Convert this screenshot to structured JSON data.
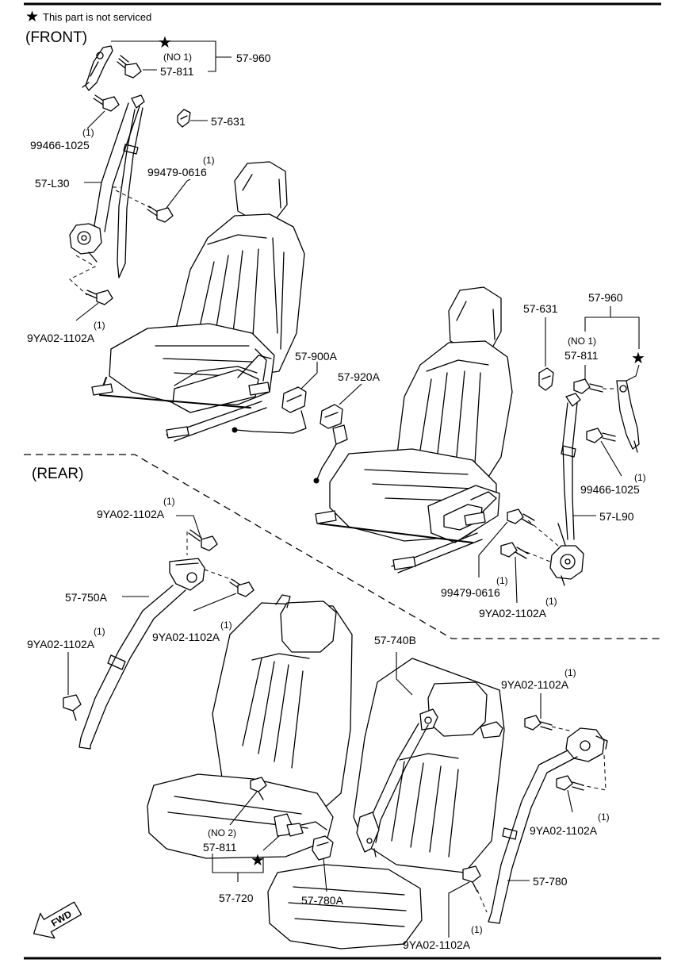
{
  "note": {
    "symbol": "★",
    "text": "This part is not serviced"
  },
  "sections": {
    "front": "(FRONT)",
    "rear": "(REAR)"
  },
  "labels": {
    "l_57_960_front": "57-960",
    "l_no1_front": "(NO 1)",
    "l_57_811_front": "57-811",
    "l_q_99466_left": "(1)",
    "l_99466_left": "99466-1025",
    "l_57_631_left": "57-631",
    "l_q_99479_left": "(1)",
    "l_99479_left": "99479-0616",
    "l_57_L30": "57-L30",
    "l_q_9ya_left": "(1)",
    "l_9ya_left": "9YA02-1102A",
    "l_57_900A": "57-900A",
    "l_57_920A": "57-920A",
    "l_57_631_right": "57-631",
    "l_57_960_right": "57-960",
    "l_no1_right": "(NO 1)",
    "l_57_811_right": "57-811",
    "l_q_99466_right": "(1)",
    "l_99466_right": "99466-1025",
    "l_57_L90": "57-L90",
    "l_q_99479_right": "(1)",
    "l_99479_right": "99479-0616",
    "l_q_9ya_right": "(1)",
    "l_9ya_right": "9YA02-1102A",
    "l_q_9ya_rear_top": "(1)",
    "l_9ya_rear_top": "9YA02-1102A",
    "l_57_750A": "57-750A",
    "l_q_9ya_rear_mid": "(1)",
    "l_9ya_rear_mid": "9YA02-1102A",
    "l_q_9ya_rear_left": "(1)",
    "l_9ya_rear_left": "9YA02-1102A",
    "l_57_740B": "57-740B",
    "l_q_9ya_rear_right_top": "(1)",
    "l_9ya_rear_right_top": "9YA02-1102A",
    "l_q_9ya_rear_right_mid": "(1)",
    "l_9ya_rear_right_mid": "9YA02-1102A",
    "l_no2": "(NO 2)",
    "l_57_811_rear": "57-811",
    "l_57_720": "57-720",
    "l_57_780A": "57-780A",
    "l_57_780": "57-780",
    "l_q_9ya_rear_bottom": "(1)",
    "l_9ya_rear_bottom": "9YA02-1102A"
  },
  "fwd_badge": "FWD",
  "icons": [
    "star-icon",
    "fwd-arrow-icon"
  ]
}
